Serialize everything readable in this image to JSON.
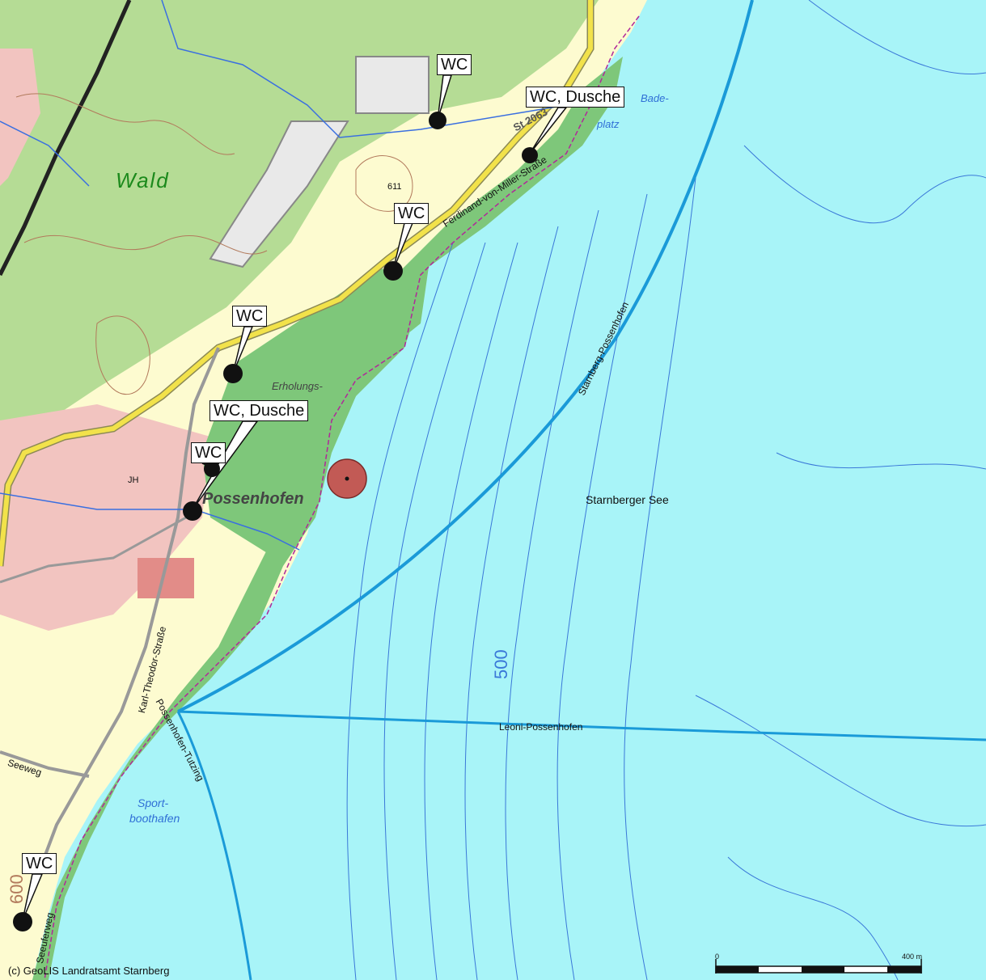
{
  "map": {
    "lake_label": "Starnberger See",
    "place_label": "Possenhofen",
    "forest_label": "Wald",
    "hill_label": "611",
    "contour_label": "500",
    "contour_label_west": "600",
    "jh_label": "JH",
    "bathing_label_1": "Erholungs-",
    "bathing_label_2": "Bade-",
    "bathing_label_3": "platz",
    "boat_label_1": "Sport-",
    "boat_label_2": "boothafen",
    "road_label_ferdinand": "Ferdinand-von-Miller-Straße",
    "road_label_kt": "Karl-Theodor-Straße",
    "road_label_seeweg": "Seeweg",
    "road_label_seeuferweg": "Seeuferweg",
    "road_label_st": "St 2063",
    "ferry_route_1": "Starnberg-Possenhofen",
    "ferry_route_2": "Leoni-Possenhofen",
    "ferry_route_3": "Possenhofen-Tutzing",
    "copyright": "(c) GeoLIS Landratsamt Starnberg",
    "scale_start": "0",
    "scale_end": "400 m"
  },
  "markers": [
    {
      "label": "WC"
    },
    {
      "label": "WC, Dusche"
    },
    {
      "label": "WC"
    },
    {
      "label": "WC"
    },
    {
      "label": "WC, Dusche"
    },
    {
      "label": "WC"
    },
    {
      "label": "WC"
    }
  ],
  "colors": {
    "water": "#a8f4f8",
    "forest": "#a9d98a",
    "meadow": "#fdfbd0",
    "park": "#7ec77a",
    "urban": "#f2c4c0",
    "road_main": "#f2e24a",
    "contour_lake": "#3a78d8",
    "marker": "#111111",
    "highlight_circle": "#c25a55"
  }
}
